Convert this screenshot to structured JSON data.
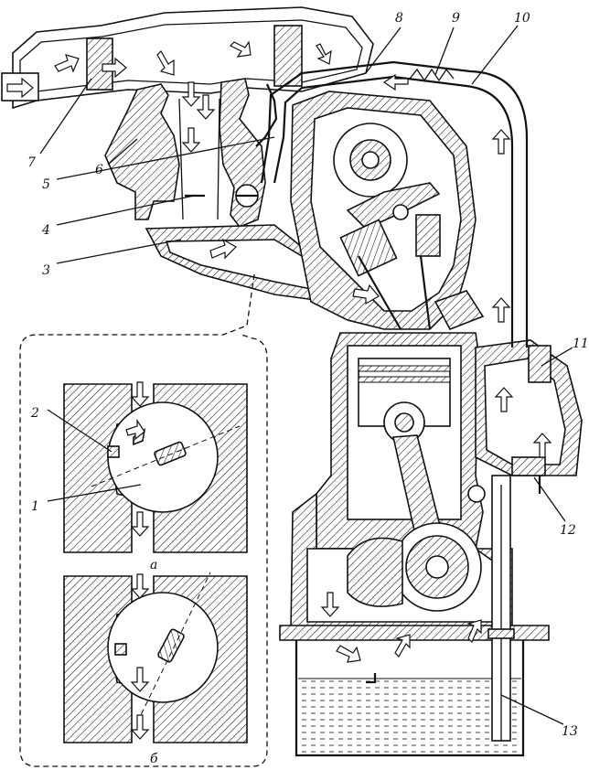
{
  "diagram": {
    "callouts": [
      "1",
      "2",
      "3",
      "4",
      "5",
      "6",
      "7",
      "8",
      "9",
      "10",
      "11",
      "12",
      "13"
    ],
    "inset_labels": {
      "top": "а",
      "bottom": "б"
    }
  },
  "colors": {
    "ink": "#111111",
    "paper": "#ffffff",
    "oil": "#111111"
  }
}
